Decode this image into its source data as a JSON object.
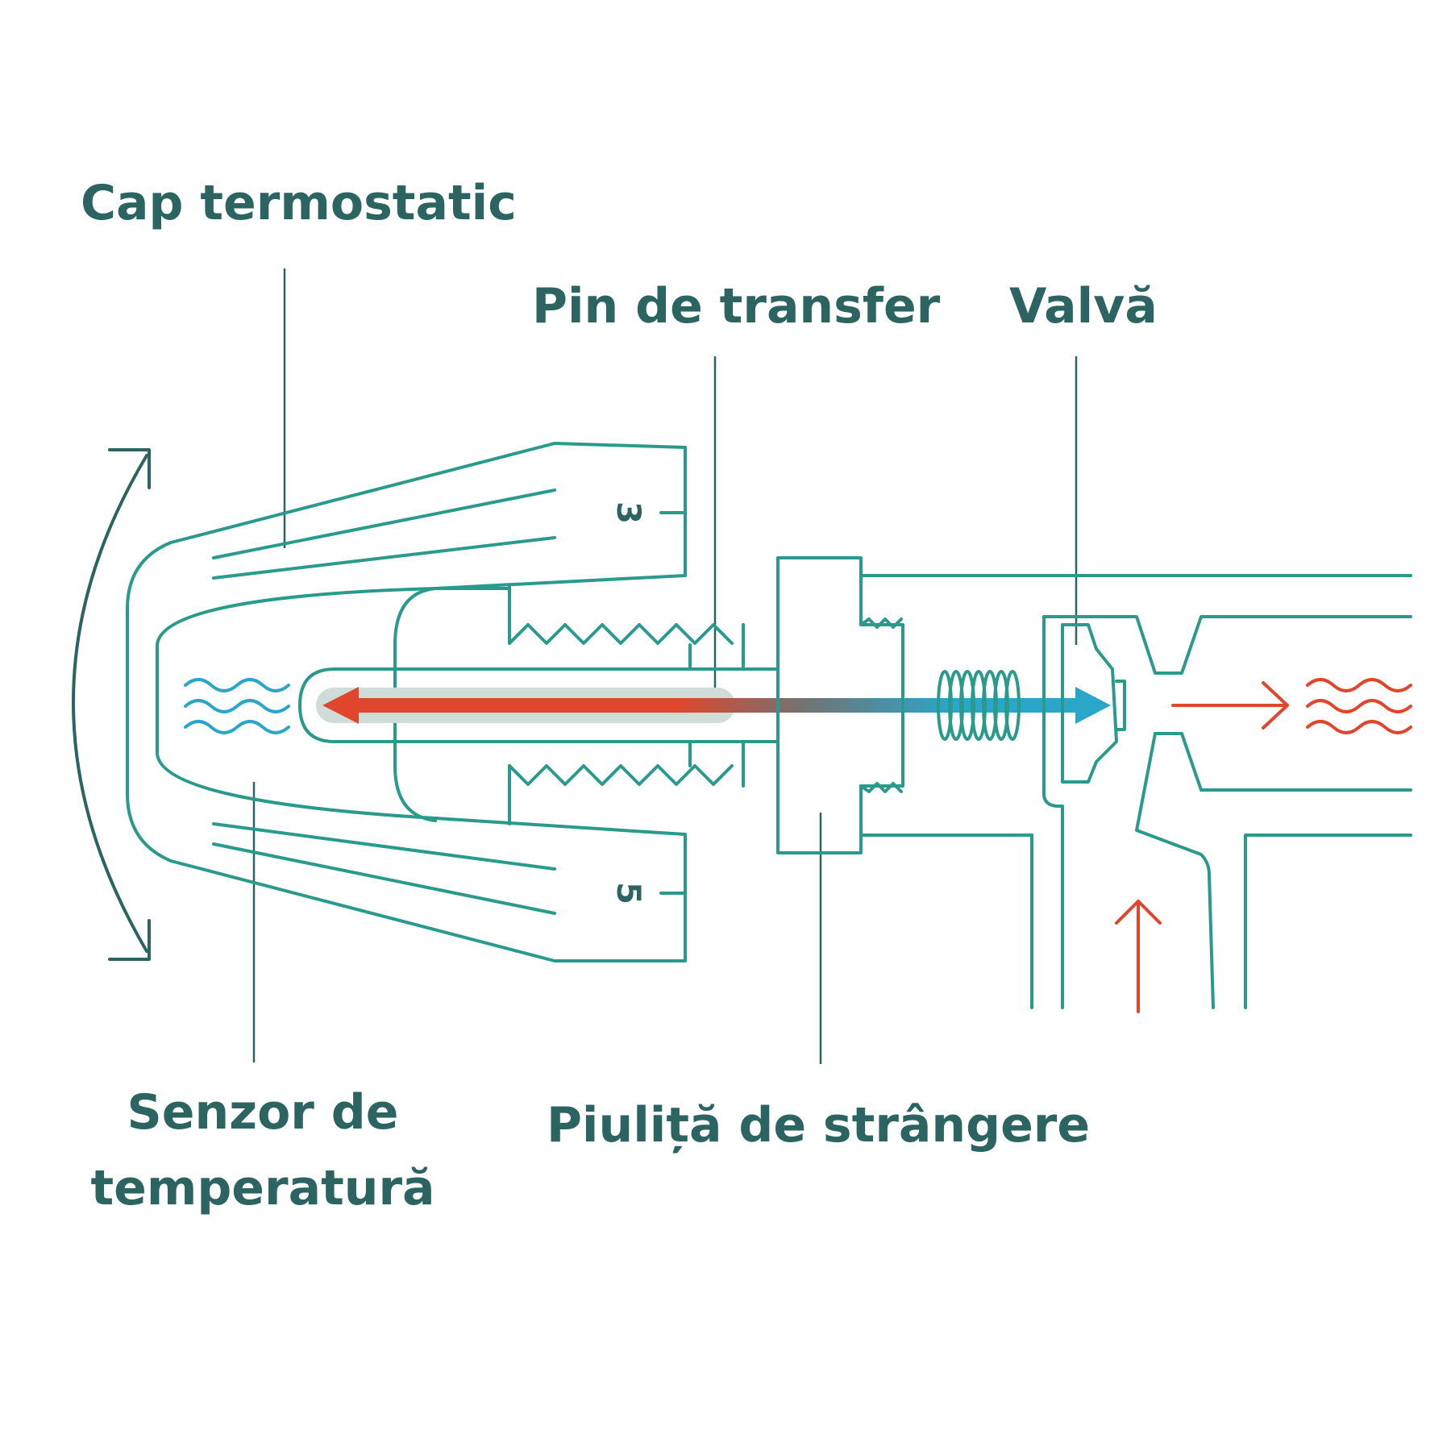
{
  "labels": {
    "cap": "Cap termostatic",
    "pin": "Pin de transfer",
    "valve": "Valvă",
    "sensor_line1": "Senzor de",
    "sensor_line2": "temperatură",
    "nut": "Piuliță de strângere"
  },
  "dial": {
    "upper": "3",
    "lower": "5"
  },
  "colors": {
    "label_text": "#2b6460",
    "outline": "#2a9a8c",
    "hot": "#e0462c",
    "cold": "#2aa6c9",
    "rotation_arrow": "#2b6460"
  }
}
